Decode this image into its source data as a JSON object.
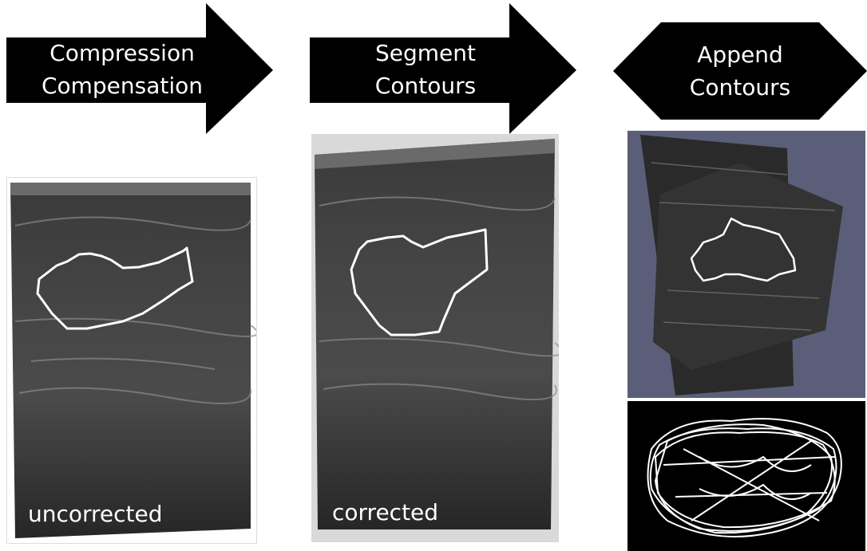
{
  "steps": [
    {
      "line1": "Compression",
      "line2": "Compensation"
    },
    {
      "line1": "Segment",
      "line2": "Contours"
    },
    {
      "line1": "Append",
      "line2": "Contours"
    }
  ],
  "panels": {
    "uncorrected": {
      "caption": "uncorrected"
    },
    "corrected": {
      "caption": "corrected"
    }
  },
  "colors": {
    "arrow": "#000000",
    "arrow_text": "#ffffff",
    "ultrasound_bg": "#2f2f2f",
    "contour": "#ffffff",
    "render_bg": "#5a5e78"
  }
}
